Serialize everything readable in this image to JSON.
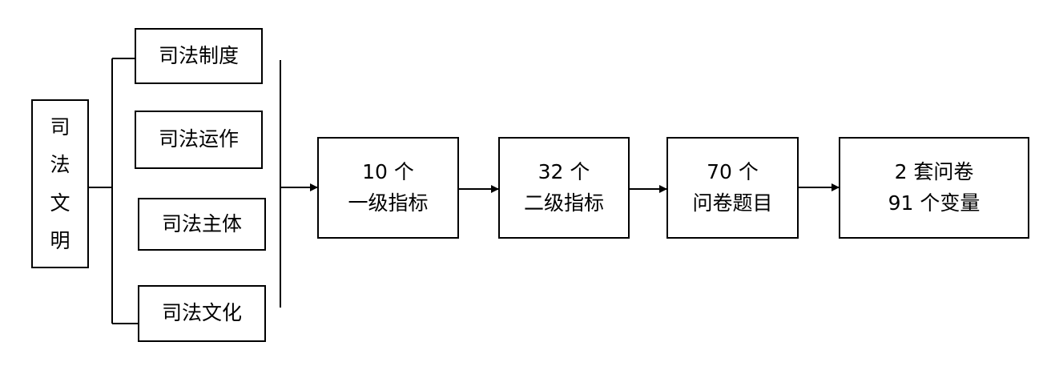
{
  "root": {
    "chars": [
      "司",
      "法",
      "文",
      "明"
    ]
  },
  "dimensions": [
    {
      "label": "司法制度"
    },
    {
      "label": "司法运作"
    },
    {
      "label": "司法主体"
    },
    {
      "label": "司法文化"
    }
  ],
  "flow": [
    {
      "line1": "10 个",
      "line2": "一级指标"
    },
    {
      "line1": "32 个",
      "line2": "二级指标"
    },
    {
      "line1": "70 个",
      "line2": "问卷题目"
    },
    {
      "line1": "2 套问卷",
      "line2": "91 个变量"
    }
  ],
  "colors": {
    "stroke": "#000000",
    "background": "#ffffff"
  }
}
